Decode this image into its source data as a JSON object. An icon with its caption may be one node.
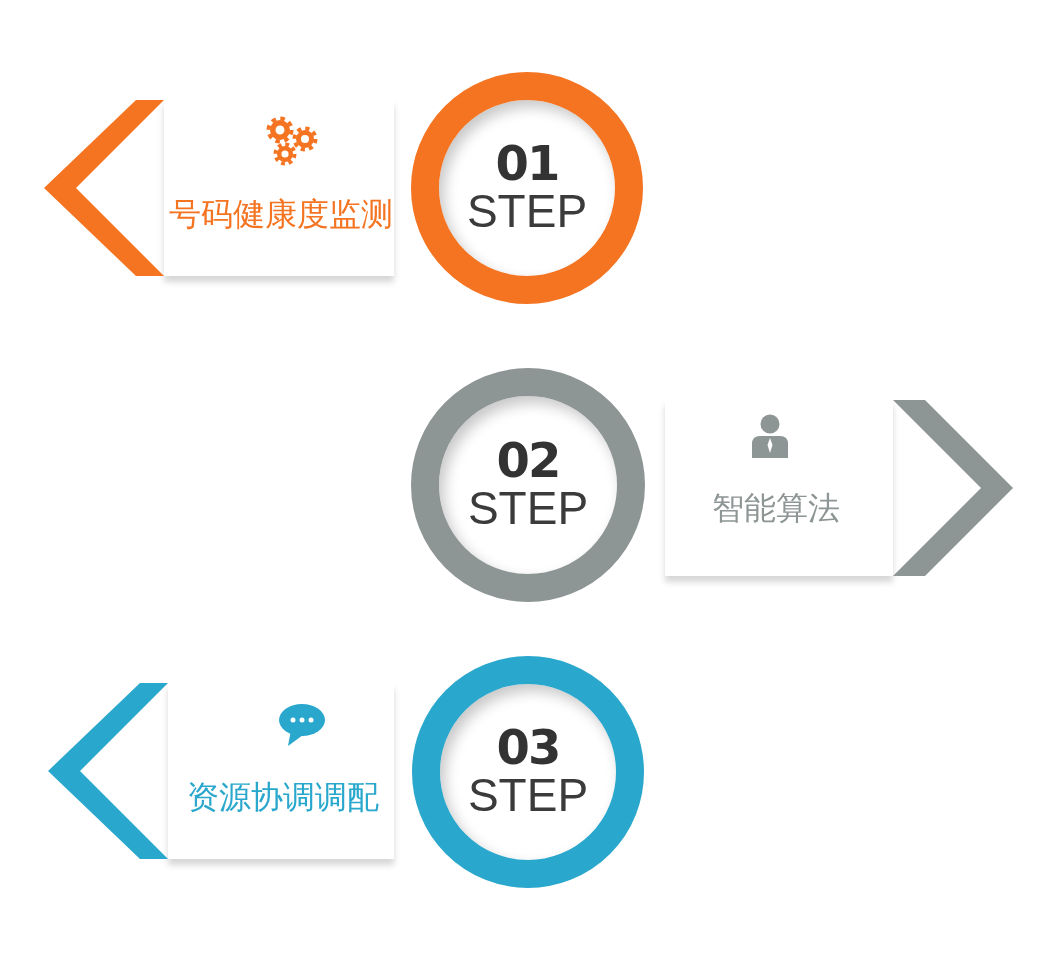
{
  "diagram": {
    "nodes": [
      {
        "text": [
          "号码健康度监测"
        ]
      },
      {
        "text": [
          "01",
          "STEP"
        ]
      },
      {
        "text": [
          "02",
          "STEP"
        ]
      },
      {
        "text": [
          "智能算法"
        ]
      },
      {
        "text": [
          "资源协调调配"
        ]
      },
      {
        "text": [
          "03",
          "STEP"
        ]
      }
    ]
  }
}
